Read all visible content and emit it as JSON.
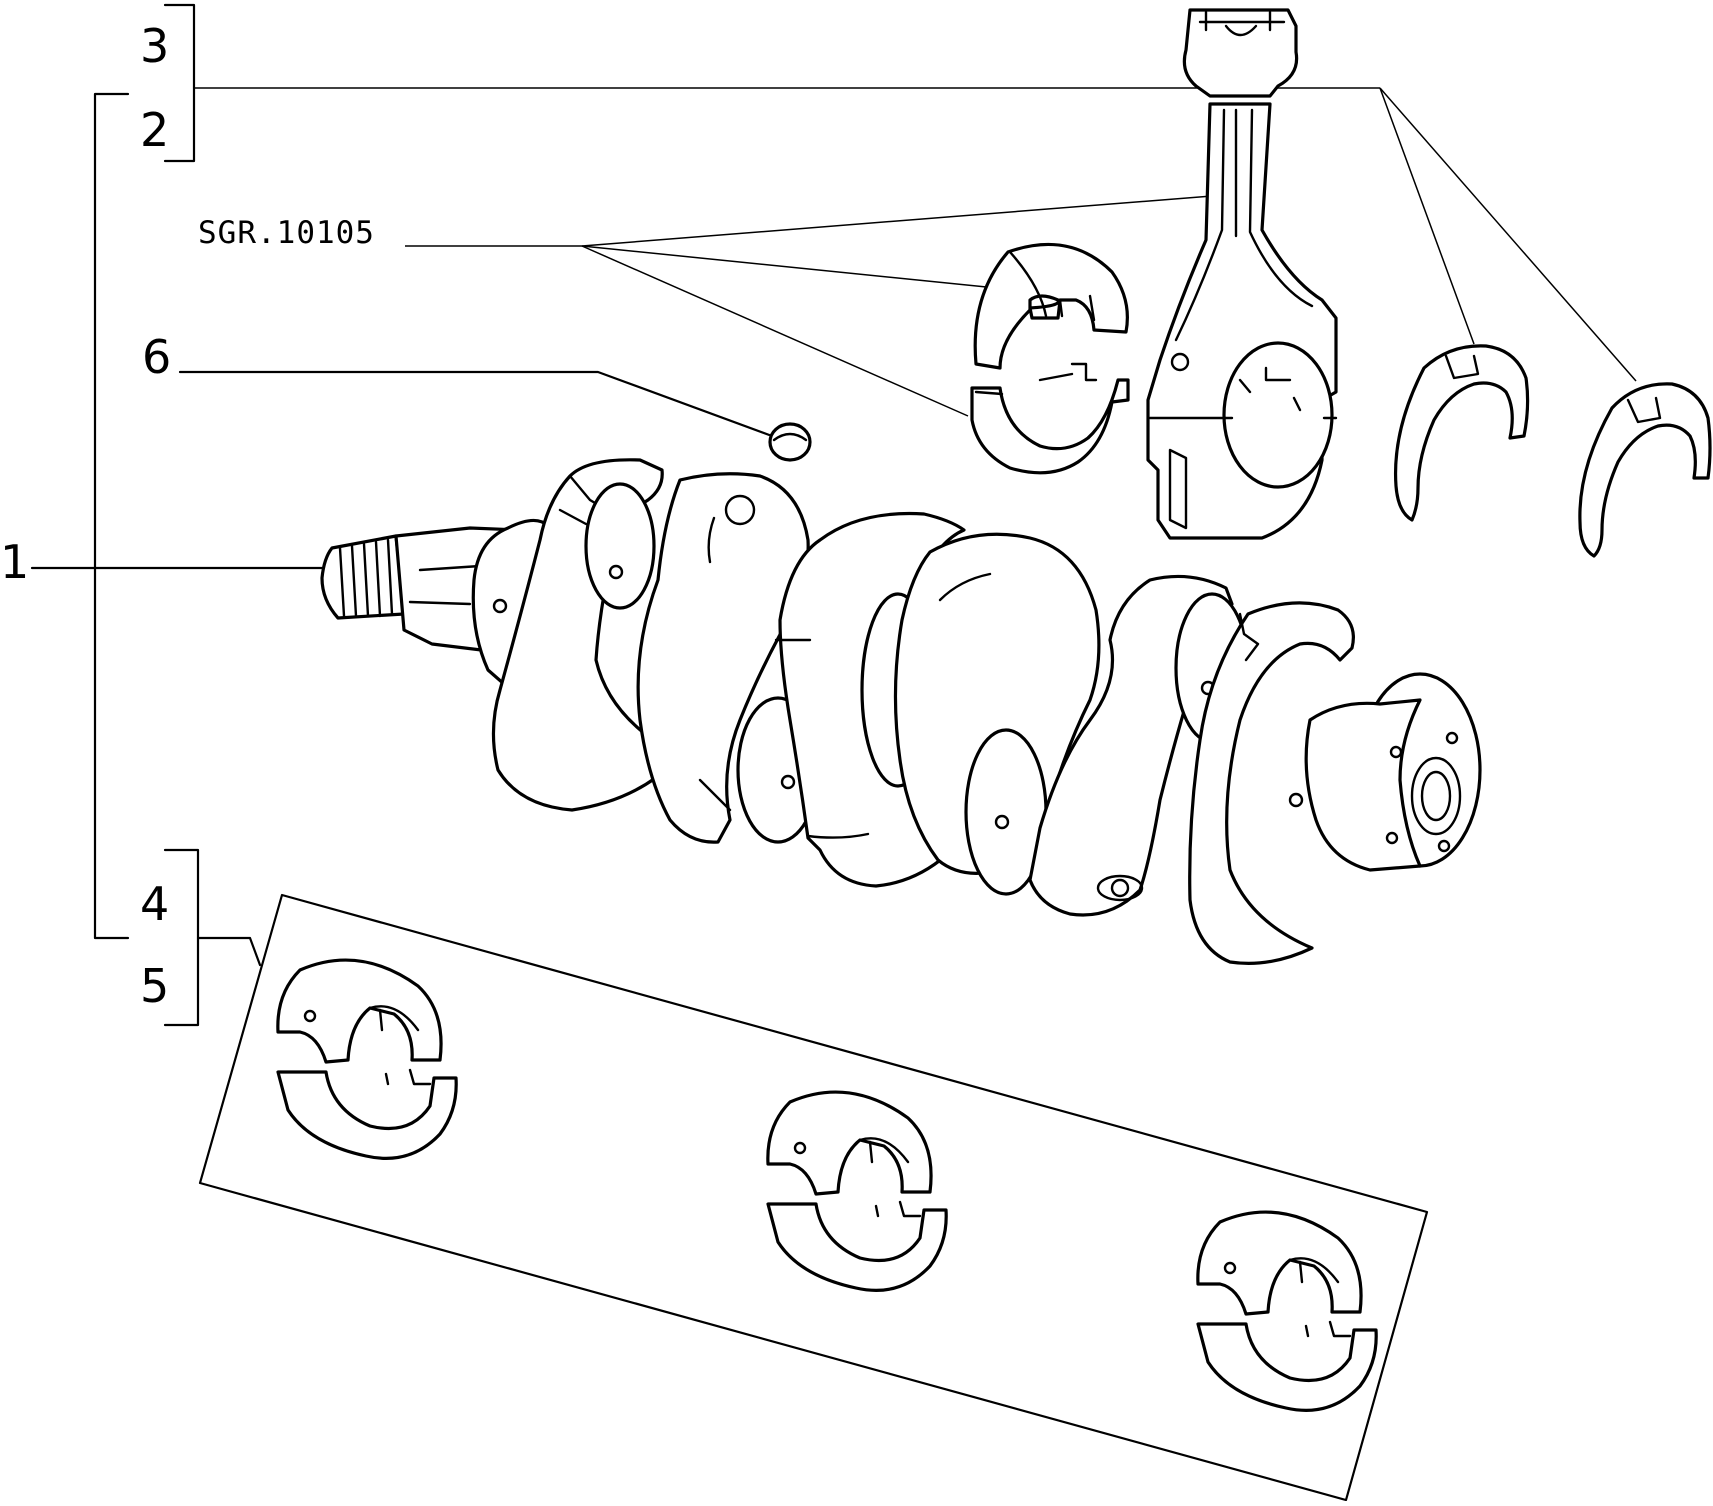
{
  "diagram": {
    "callouts": {
      "c1": "1",
      "c2": "2",
      "c3": "3",
      "c4": "4",
      "c5": "5",
      "c6": "6"
    },
    "reference_code": "SGR.10105"
  },
  "parts": {
    "crankshaft-icon": "crankshaft",
    "connecting-rod-icon": "connecting rod",
    "rod-bearing-shell-icon": "connecting rod bearing shells",
    "thrust-washer-icon": "thrust half-washer",
    "main-bearing-shell-icon": "main bearing shells",
    "plug-icon": "plug"
  }
}
